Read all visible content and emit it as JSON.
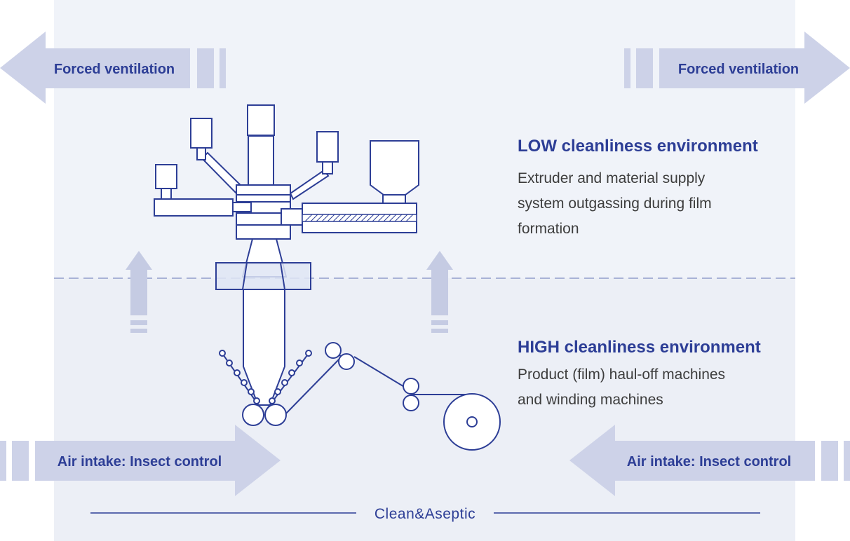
{
  "arrows": {
    "top_left_label": "Forced ventilation",
    "top_right_label": "Forced ventilation",
    "bottom_left_label": "Air intake: Insect control",
    "bottom_right_label": "Air intake: Insect control"
  },
  "zones": {
    "low": {
      "title": "LOW cleanliness environment",
      "desc_lines": [
        "Extruder and material supply",
        "system outgassing during film",
        "formation"
      ]
    },
    "high": {
      "title": "HIGH cleanliness environment",
      "desc_lines": [
        "Product (film) haul-off machines",
        "and winding machines"
      ]
    }
  },
  "footer": {
    "label": "Clean&Aseptic"
  },
  "colors": {
    "primary": "#2d3e96",
    "arrow": "#cdd2e8",
    "panel_upper": "#f0f3f9",
    "panel_lower": "#eceff6",
    "divider": "#a9b2d6"
  }
}
